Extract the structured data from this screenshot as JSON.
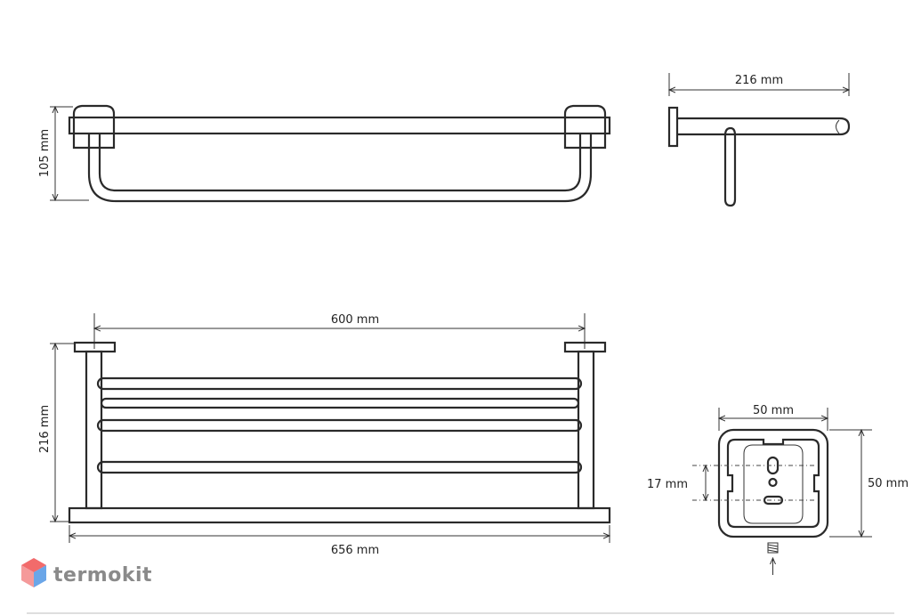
{
  "dimensions": {
    "front_height": "105 mm",
    "side_depth": "216 mm",
    "top_inner_width": "600 mm",
    "top_depth": "216 mm",
    "total_width": "656 mm",
    "base_width": "50 mm",
    "base_height": "50 mm",
    "hole_spacing": "17 mm"
  },
  "brand": {
    "name": "termokit",
    "logo_colors": [
      "#f26b6b",
      "#6aa6e8",
      "#c9a3e6"
    ]
  },
  "colors": {
    "line": "#2a2a2a",
    "background": "#ffffff"
  }
}
